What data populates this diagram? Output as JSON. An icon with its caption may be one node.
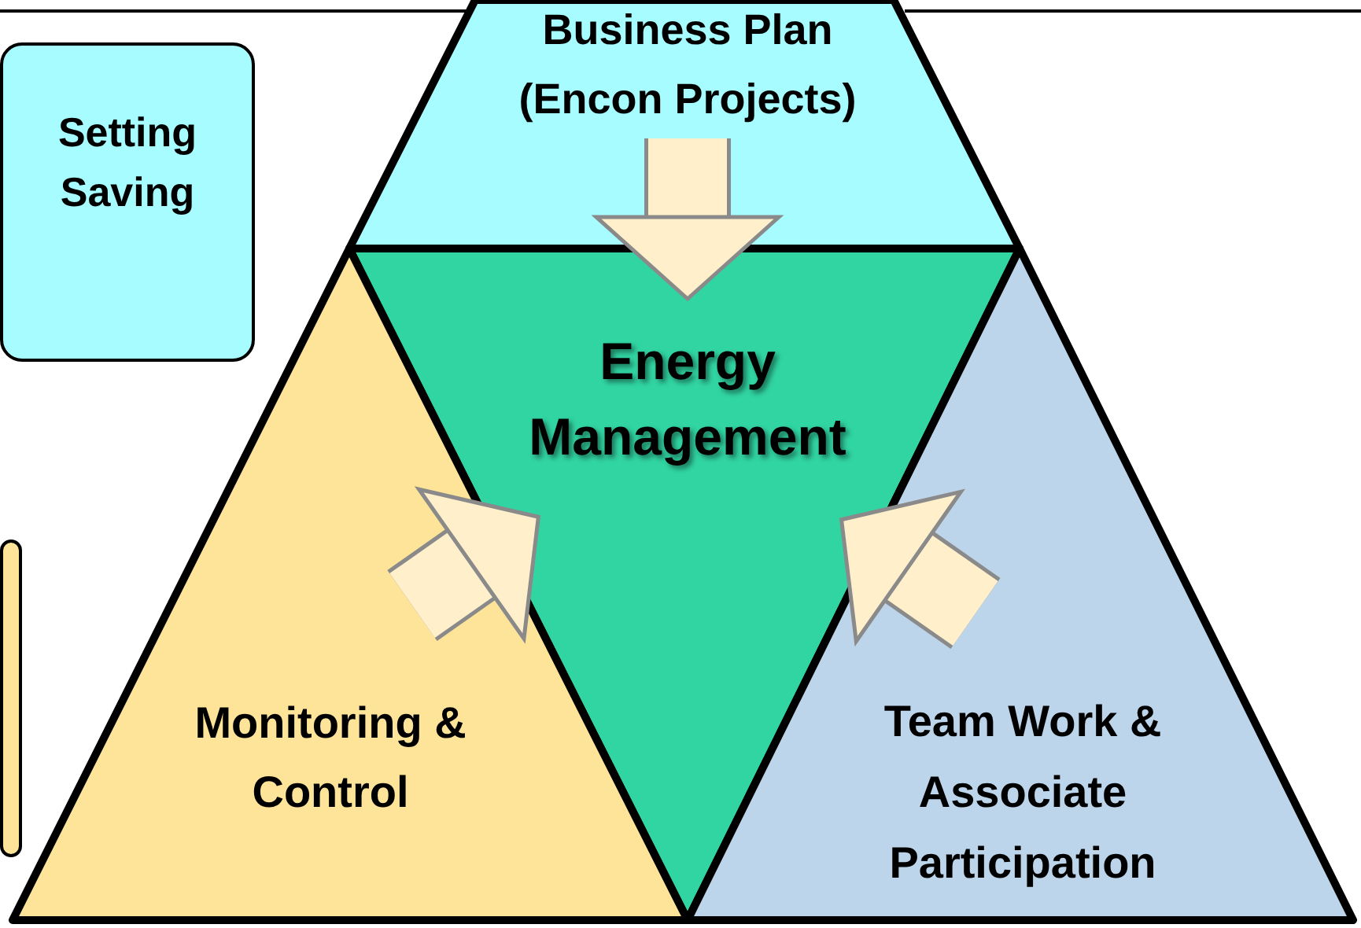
{
  "diagram": {
    "nodes": [
      {
        "text": [
          "Setting Saving"
        ]
      },
      {
        "text": [],
        "shape": "box"
      },
      {
        "text": [
          "Business Plan (Encon Projects)"
        ]
      },
      {
        "text": [
          "Energy Management"
        ]
      },
      {
        "text": [
          "Monitoring & Control"
        ]
      },
      {
        "text": [
          "Team Work & Associate Participation"
        ]
      }
    ],
    "edges": [
      {
        "from": 2,
        "to": 3,
        "arrow": "to"
      },
      {
        "from": 4,
        "to": 3,
        "arrow": "to"
      },
      {
        "from": 5,
        "to": 3,
        "arrow": "to"
      }
    ]
  }
}
